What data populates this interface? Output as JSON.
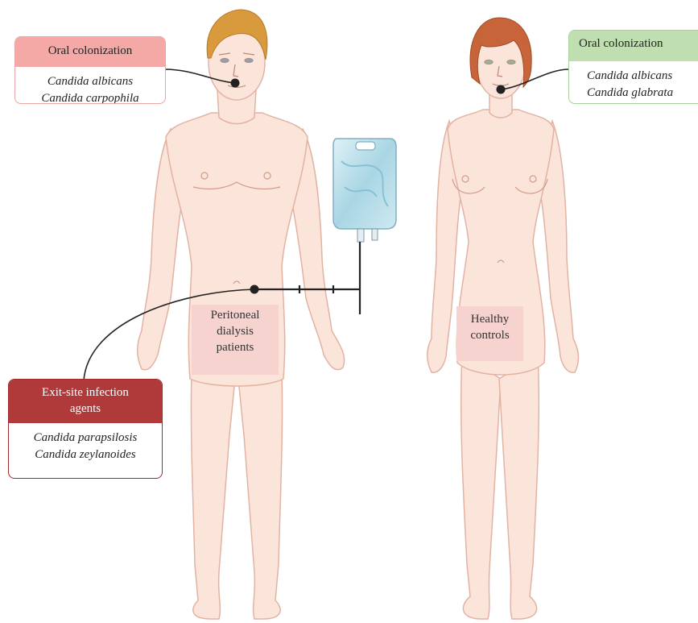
{
  "colors": {
    "skin": "#fbe4da",
    "skin_outline": "#e2b3a3",
    "hair_male": "#d89a3c",
    "hair_female": "#c8643a",
    "pd_oral_header": "#f4a9a6",
    "hc_oral_header": "#bfdfb0",
    "exit_site_header": "#b0393a",
    "label_bg": "#f6d3cf",
    "dialysis_fluid": "#b8dde8"
  },
  "pd_oral": {
    "title": "Oral colonization",
    "species": [
      "Candida albicans",
      "Candida carpophila"
    ]
  },
  "hc_oral": {
    "title": "Oral colonization",
    "species": [
      "Candida albicans",
      "Candida glabrata"
    ]
  },
  "exit_site": {
    "title_line1": "Exit-site infection",
    "title_line2": "agents",
    "species": [
      "Candida parapsilosis",
      "Candida zeylanoides"
    ]
  },
  "groups": {
    "pd": [
      "Peritoneal",
      "dialysis",
      "patients"
    ],
    "hc": [
      "Healthy",
      "controls"
    ]
  }
}
